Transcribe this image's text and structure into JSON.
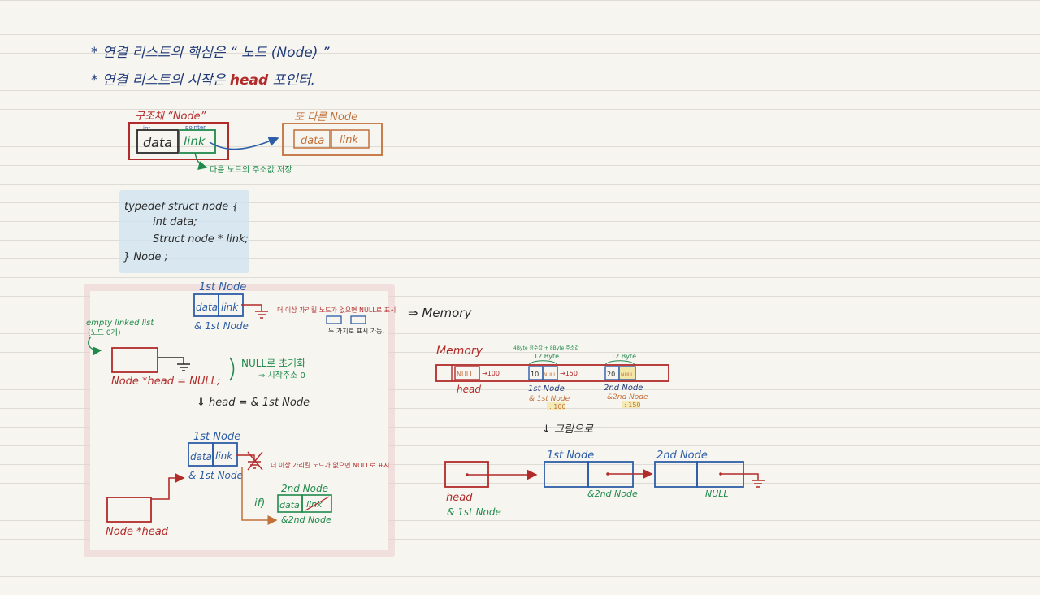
{
  "colors": {
    "red": "#b22b2b",
    "blue": "#2d5da7",
    "green": "#1f8a4c",
    "orange": "#c2703a",
    "navy": "#223a78",
    "black": "#2a2a2a",
    "lightblue": "#cfe3f0",
    "pink": "#efd0d0"
  },
  "notes": {
    "line1": "* 연결 리스트의 핵심은 “ 노드 (Node) ”",
    "line2_prefix": "* 연결 리스트의  시작은 ",
    "line2_head": "head",
    "line2_suffix": " 포인터."
  },
  "struct_diagram": {
    "title": "구조체 “Node”",
    "small_int": "int",
    "small_pointer": "pointer",
    "data": "data",
    "link": "link",
    "next_label": "또 다른 Node",
    "next_data": "data",
    "next_link": "link",
    "caption": "다음 노드의 주소값 저장"
  },
  "code": {
    "l1": "typedef  struct  node {",
    "l2": "int  data;",
    "l3": "Struct  node  * link;",
    "l4": "} Node ;"
  },
  "left_box": {
    "first_node": "1st Node",
    "data": "data",
    "link": "link",
    "addr": "& 1st Node",
    "null_note1": "더 이상 가리킬 노드가 없으면 NULL로 표시",
    "null_note2": "두 가지로 표시 가능.",
    "empty_label": "empty linked list",
    "empty_sub": "(노드 0개)",
    "head_decl": "Node *head  = NULL;",
    "init_note": "NULL로 초기화",
    "init_sub": "⇒ 시작주소 0",
    "assign": "⇓ head = & 1st Node",
    "first_node2": "1st Node",
    "data2": "data",
    "link2": "link",
    "addr2": "& 1st Node",
    "null_note3": "더 이상 가리킬 노드가 없으면 NULL로 표시",
    "if_label": "if)",
    "second_node": "2nd Node",
    "data3": "data",
    "link3": "link",
    "addr3": "&2nd Node",
    "head_label": "Node *head"
  },
  "memory": {
    "heading": "⇒ Memory",
    "label": "Memory",
    "note_top": "4Byte 정수값 + 8Byte 주소값",
    "byte1": "12 Byte",
    "byte2": "12 Byte",
    "cell_null": "NULL",
    "arrow1": "→100",
    "v10": "10",
    "cell_null2": "NULL",
    "arrow2": "→150",
    "v20": "20",
    "cell_null3": "NULL",
    "head": "head",
    "n1": "1st Node",
    "n1addr": "& 1st Node",
    "n1val": ": 100",
    "n2": "2nd Node",
    "n2addr": "&2nd Node",
    "n2val": ": 150",
    "down": "↓ 그림으로",
    "g_first": "1st Node",
    "g_second": "2nd Node",
    "g_head": "head",
    "g_head_addr": "& 1st Node",
    "g_second_addr": "&2nd Node",
    "g_null": "NULL"
  }
}
